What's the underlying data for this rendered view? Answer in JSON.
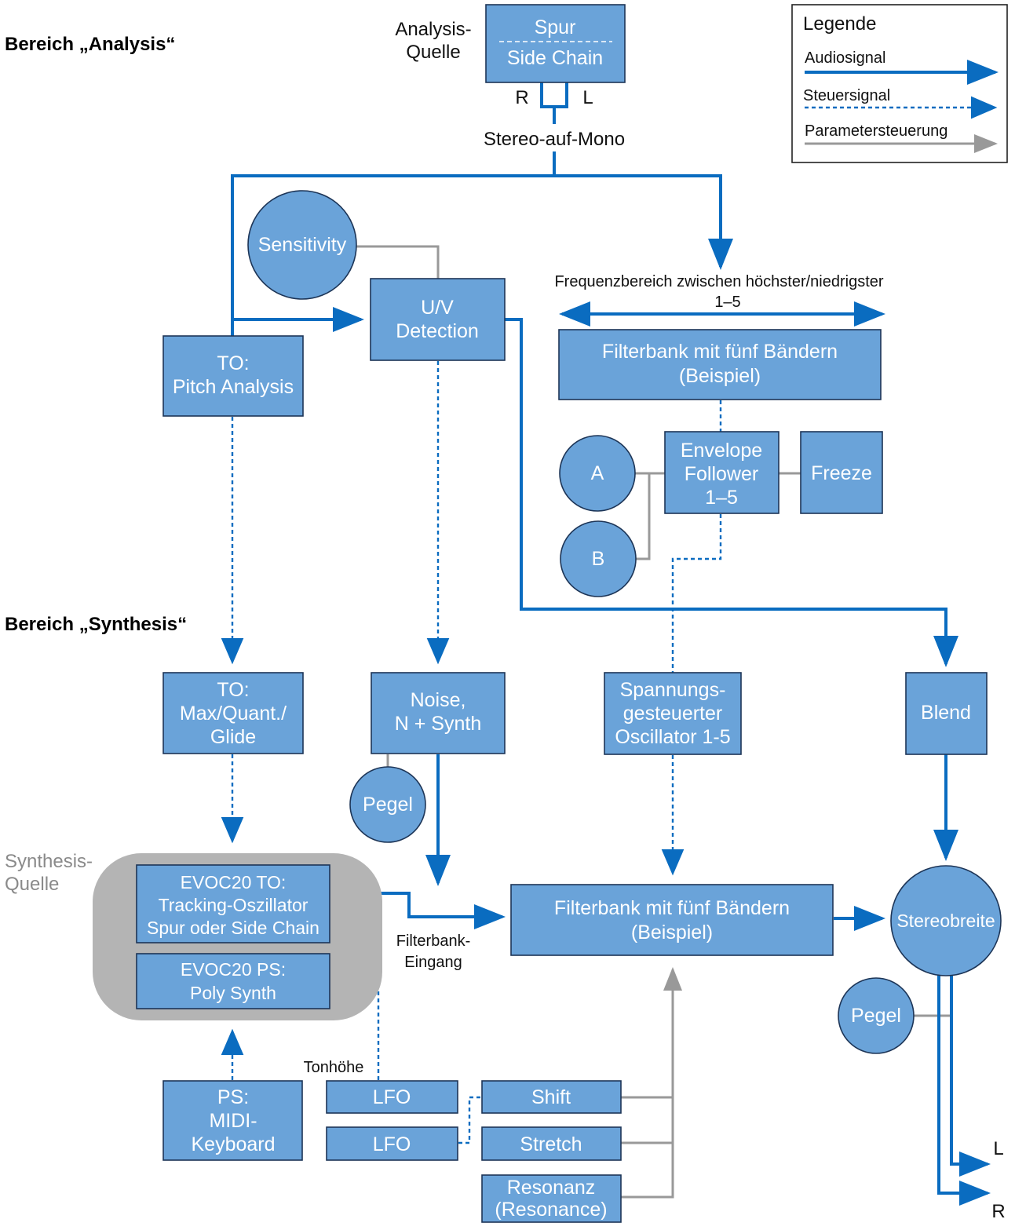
{
  "colors": {
    "box_fill": "#6aa3d9",
    "audio_signal": "#0a6cc0",
    "parameter_control": "#999999",
    "synthesis_source_panel": "#b4b4b4"
  },
  "headings": {
    "analysis": "Bereich „Analysis“",
    "synthesis": "Bereich „Synthesis“"
  },
  "labels": {
    "analysis_source_line1": "Analysis-",
    "analysis_source_line2": "Quelle",
    "right_channel": "R",
    "left_channel": "L",
    "stereo_to_mono": "Stereo-auf-Mono",
    "freq_range_line1": "Frequenzbereich zwischen höchster/niedrigster",
    "freq_range_line2": "1–5",
    "synthesis_source_line1": "Synthesis-",
    "synthesis_source_line2": "Quelle",
    "filterbank_input_line1": "Filterbank-",
    "filterbank_input_line2": "Eingang",
    "pitch": "Tonhöhe",
    "out_left": "L",
    "out_right": "R"
  },
  "legend": {
    "title": "Legende",
    "audio": "Audiosignal",
    "control": "Steuersignal",
    "parameter": "Parametersteuerung"
  },
  "nodes": {
    "source_track": "Spur",
    "source_sidechain": "Side Chain",
    "sensitivity": "Sensitivity",
    "uv_line1": "U/V",
    "uv_line2": "Detection",
    "to_pitch_line1": "TO:",
    "to_pitch_line2": "Pitch Analysis",
    "filterbank_analysis_line1": "Filterbank mit fünf Bändern",
    "filterbank_analysis_line2": "(Beispiel)",
    "env_line1": "Envelope",
    "env_line2": "Follower",
    "env_line3": "1–5",
    "attack": "A",
    "release": "B",
    "freeze": "Freeze",
    "to_max_line1": "TO:",
    "to_max_line2": "Max/Quant./",
    "to_max_line3": "Glide",
    "noise_line1": "Noise,",
    "noise_line2": "N + Synth",
    "level_noise": "Pegel",
    "vco_line1": "Spannungs-",
    "vco_line2": "gesteuerter",
    "vco_line3": "Oscillator 1-5",
    "blend": "Blend",
    "evoc_to_line1": "EVOC20 TO:",
    "evoc_to_line2": "Tracking-Oszillator",
    "evoc_to_line3": "Spur oder Side Chain",
    "evoc_ps_line1": "EVOC20 PS:",
    "evoc_ps_line2": "Poly Synth",
    "filterbank_synth_line1": "Filterbank mit fünf Bändern",
    "filterbank_synth_line2": "(Beispiel)",
    "stereo_width": "Stereobreite",
    "level_out": "Pegel",
    "ps_midi_line1": "PS:",
    "ps_midi_line2": "MIDI-",
    "ps_midi_line3": "Keyboard",
    "lfo_1": "LFO",
    "lfo_2": "LFO",
    "shift": "Shift",
    "stretch": "Stretch",
    "resonance_line1": "Resonanz",
    "resonance_line2": "(Resonance)"
  }
}
